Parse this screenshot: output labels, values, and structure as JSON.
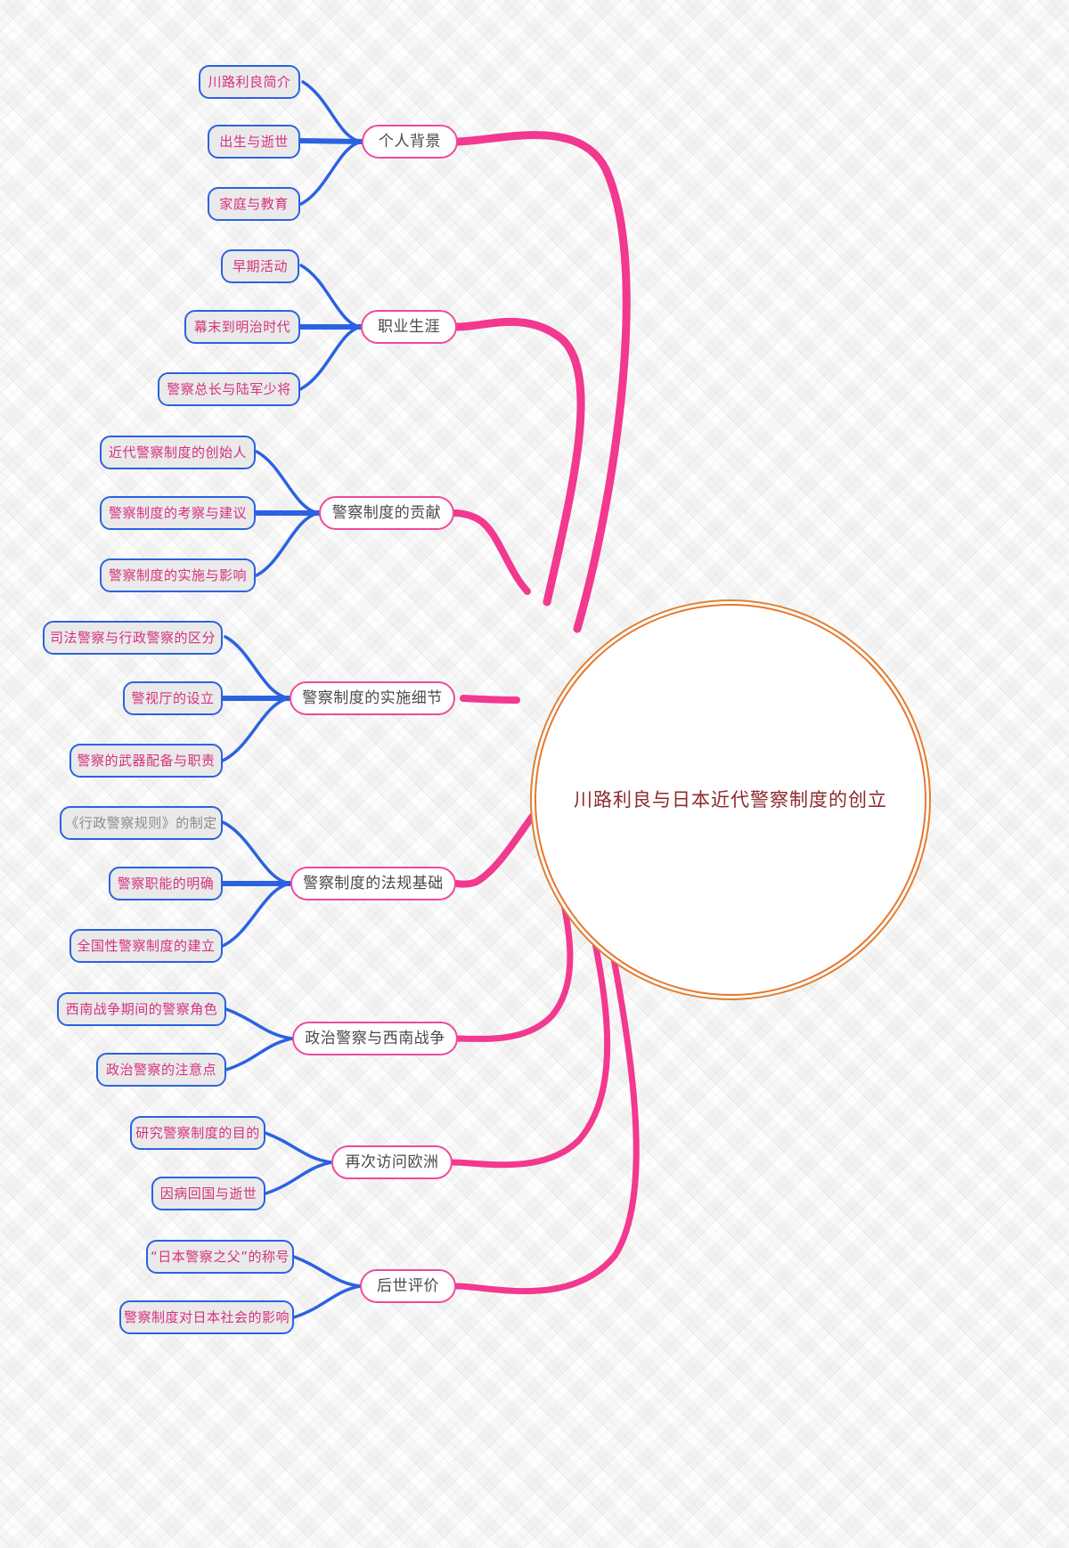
{
  "diagram": {
    "type": "mindmap",
    "title": "川路利良与日本近代警察制度的创立",
    "colors": {
      "root_border": "#e8762c",
      "root_text": "#8c2b2b",
      "branch_border": "#f0499b",
      "branch_text": "#4a4a4a",
      "leaf_border": "#2b62e0",
      "leaf_fill": "#eaeaea",
      "leaf_text": "#d6317f",
      "edge_branch": "#f2388f",
      "edge_leaf": "#2b62e0",
      "background": "#fdfdfd"
    },
    "root": {
      "label": "川路利良与日本近代警察制度的创立"
    },
    "branches": [
      {
        "label": "个人背景",
        "children": [
          {
            "label": "川路利良简介"
          },
          {
            "label": "出生与逝世"
          },
          {
            "label": "家庭与教育"
          }
        ]
      },
      {
        "label": "职业生涯",
        "children": [
          {
            "label": "早期活动"
          },
          {
            "label": "幕末到明治时代"
          },
          {
            "label": "警察总长与陆军少将"
          }
        ]
      },
      {
        "label": "警察制度的贡献",
        "children": [
          {
            "label": "近代警察制度的创始人"
          },
          {
            "label": "警察制度的考察与建议"
          },
          {
            "label": "警察制度的实施与影响"
          }
        ]
      },
      {
        "label": "警察制度的实施细节",
        "children": [
          {
            "label": "司法警察与行政警察的区分"
          },
          {
            "label": "警视厅的设立"
          },
          {
            "label": "警察的武器配备与职责"
          }
        ]
      },
      {
        "label": "警察制度的法规基础",
        "children": [
          {
            "label": "《行政警察规则》的制定"
          },
          {
            "label": "警察职能的明确"
          },
          {
            "label": "全国性警察制度的建立"
          }
        ]
      },
      {
        "label": "政治警察与西南战争",
        "children": [
          {
            "label": "西南战争期间的警察角色"
          },
          {
            "label": "政治警察的注意点"
          }
        ]
      },
      {
        "label": "再次访问欧洲",
        "children": [
          {
            "label": "研究警察制度的目的"
          },
          {
            "label": "因病回国与逝世"
          }
        ]
      },
      {
        "label": "后世评价",
        "children": [
          {
            "label": "“日本警察之父”的称号"
          },
          {
            "label": "警察制度对日本社会的影响"
          }
        ]
      }
    ]
  }
}
